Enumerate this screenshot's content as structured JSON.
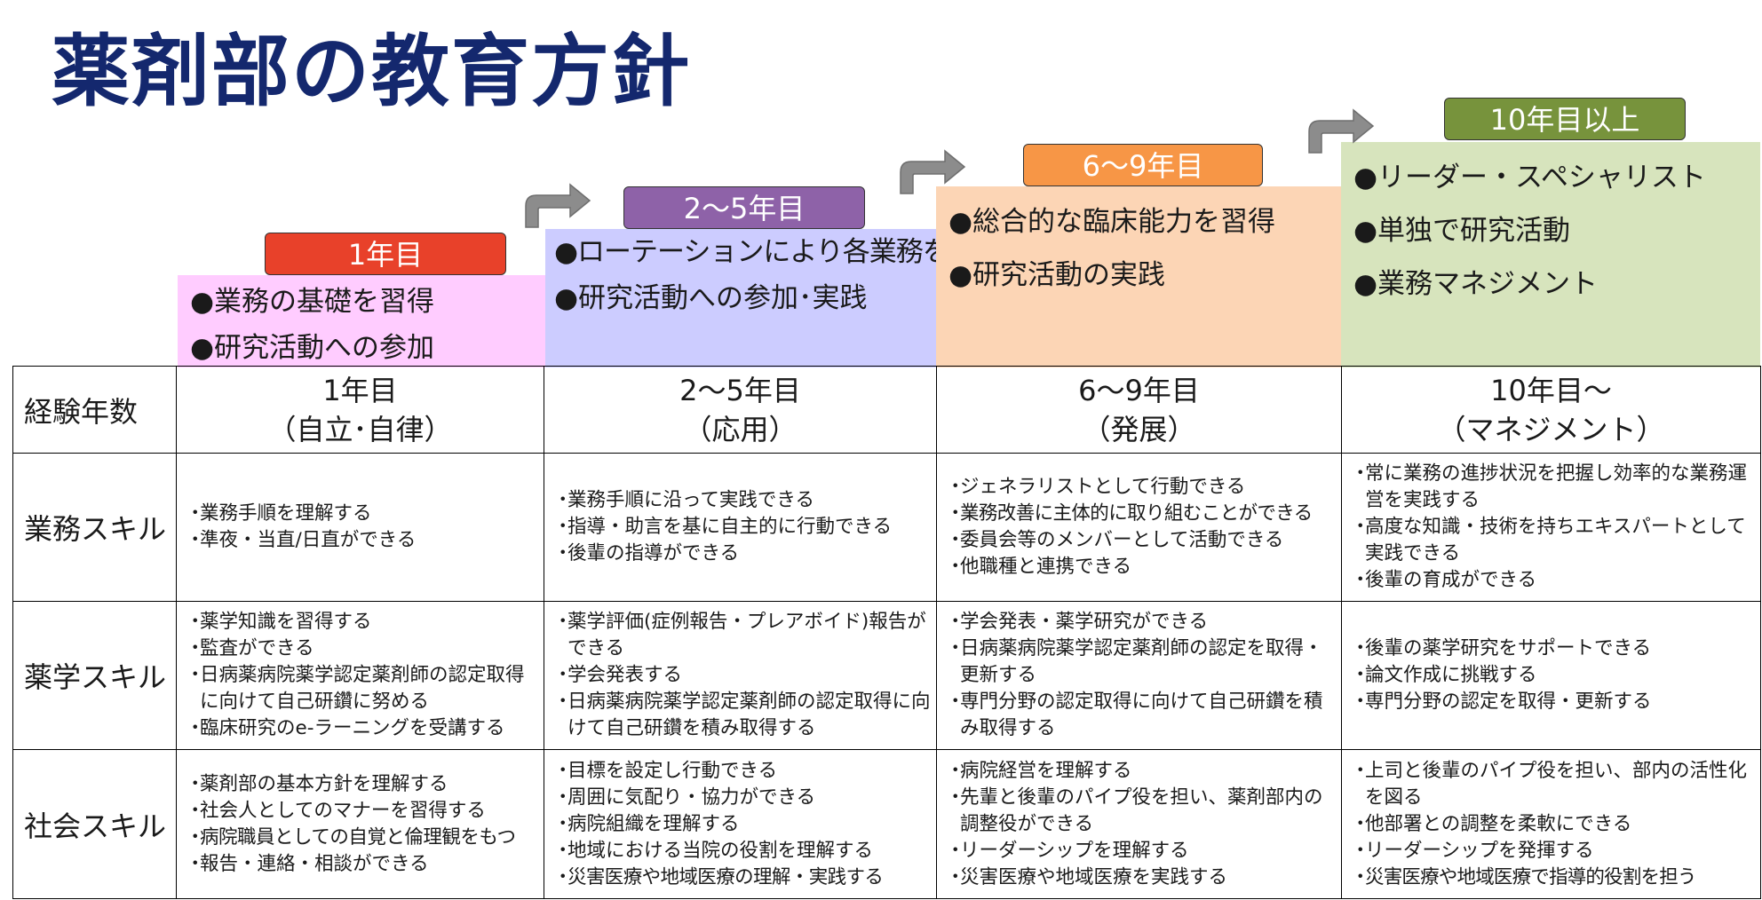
{
  "title": "薬剤部の教育方針",
  "stages": [
    {
      "label": "1年目",
      "items": [
        "●業務の基礎を習得",
        "●研究活動への参加"
      ],
      "bg": "#ffccff",
      "label_color": "#e8412a"
    },
    {
      "label": "2～5年目",
      "items": [
        "●ローテーションにより各業務を習得",
        "●研究活動への参加･実践"
      ],
      "bg": "#ccccff",
      "label_color": "#8e62a8"
    },
    {
      "label": "6～9年目",
      "items": [
        "●総合的な臨床能力を習得",
        "●研究活動の実践"
      ],
      "bg": "#fcd5b5",
      "label_color": "#f79646"
    },
    {
      "label": "10年目以上",
      "items": [
        "●リーダー・スペシャリスト",
        "●単独で研究活動",
        "●業務マネジメント"
      ],
      "bg": "#d7e4bd",
      "label_color": "#77933c"
    }
  ],
  "colors": {
    "title": "#14286e",
    "arrow": "#8c8c8c"
  },
  "table": {
    "header_label": "経験年数",
    "columns": [
      {
        "line1": "1年目",
        "line2": "（自立･自律）"
      },
      {
        "line1": "2～5年目",
        "line2": "（応用）"
      },
      {
        "line1": "6～9年目",
        "line2": "（発展）"
      },
      {
        "line1": "10年目～",
        "line2": "（マネジメント）"
      }
    ],
    "rows": [
      {
        "label": "業務スキル",
        "cells": [
          [
            "業務手順を理解する",
            "準夜・当直/日直ができる"
          ],
          [
            "業務手順に沿って実践できる",
            "指導・助言を基に自主的に行動できる",
            "後輩の指導ができる"
          ],
          [
            "ジェネラリストとして行動できる",
            "業務改善に主体的に取り組むことができる",
            "委員会等のメンバーとして活動できる",
            "他職種と連携できる"
          ],
          [
            "常に業務の進捗状況を把握し効率的な業務運営を実践する",
            "高度な知識・技術を持ちエキスパートとして実践できる",
            "後輩の育成ができる"
          ]
        ]
      },
      {
        "label": "薬学スキル",
        "cells": [
          [
            "薬学知識を習得する",
            "監査ができる",
            "日病薬病院薬学認定薬剤師の認定取得に向けて自己研鑽に努める",
            "臨床研究のe-ラーニングを受講する"
          ],
          [
            "薬学評価(症例報告・プレアボイド)報告ができる",
            "学会発表する",
            "日病薬病院薬学認定薬剤師の認定取得に向けて自己研鑽を積み取得する"
          ],
          [
            "学会発表・薬学研究ができる",
            "日病薬病院薬学認定薬剤師の認定を取得・更新する",
            "専門分野の認定取得に向けて自己研鑽を積み取得する"
          ],
          [
            "後輩の薬学研究をサポートできる",
            "論文作成に挑戦する",
            "専門分野の認定を取得・更新する"
          ]
        ]
      },
      {
        "label": "社会スキル",
        "cells": [
          [
            "薬剤部の基本方針を理解する",
            "社会人としてのマナーを習得する",
            "病院職員としての自覚と倫理観をもつ",
            "報告・連絡・相談ができる"
          ],
          [
            "目標を設定し行動できる",
            "周囲に気配り・協力ができる",
            "病院組織を理解する",
            "地域における当院の役割を理解する",
            "災害医療や地域医療の理解・実践する"
          ],
          [
            "病院経営を理解する",
            "先輩と後輩のパイプ役を担い、薬剤部内の調整役ができる",
            "リーダーシップを理解する",
            "災害医療や地域医療を実践する"
          ],
          [
            "上司と後輩のパイプ役を担い、部内の活性化を図る",
            "他部署との調整を柔軟にできる",
            "リーダーシップを発揮する",
            "災害医療や地域医療で指導的役割を担う"
          ]
        ]
      }
    ]
  }
}
